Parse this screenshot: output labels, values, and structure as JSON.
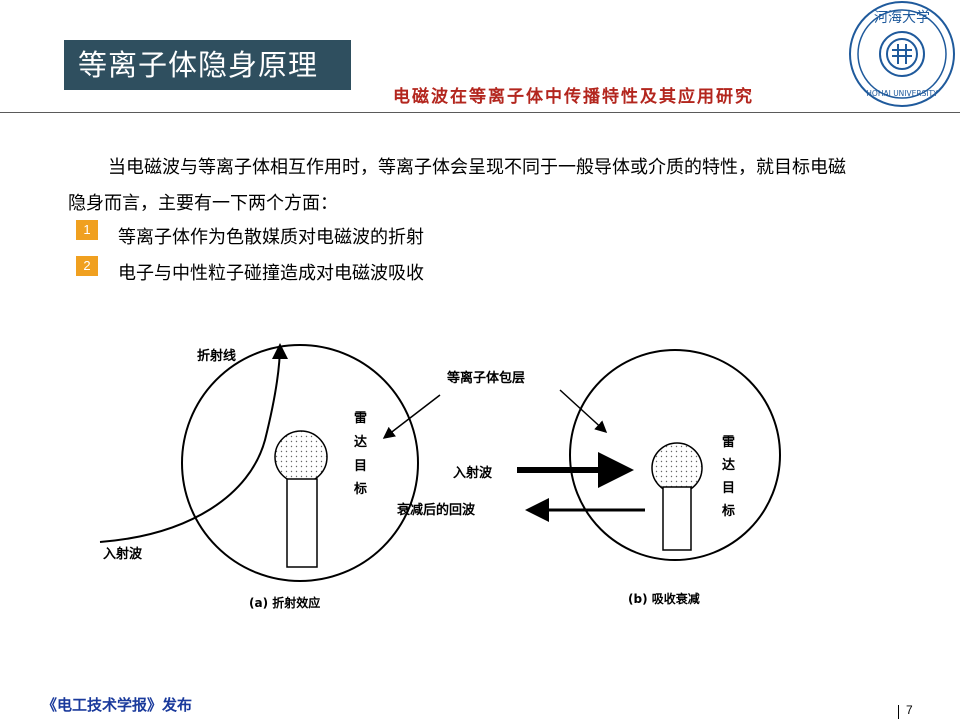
{
  "slide": {
    "title": "等离子体隐身原理",
    "subtitle": "电磁波在等离子体中传播特性及其应用研究",
    "paragraph": "当电磁波与等离子体相互作用时，等离子体会呈现不同于一般导体或介质的特性，就目标电磁隐身而言，主要有一下两个方面：",
    "items": [
      {
        "badge": "1",
        "text": "等离子体作为色散媒质对电磁波的折射"
      },
      {
        "badge": "2",
        "text": "电子与中性粒子碰撞造成对电磁波吸收"
      }
    ]
  },
  "figure": {
    "label_refracted": "折射线",
    "label_incident_a": "入射波",
    "label_target_a": [
      "雷",
      "达",
      "目",
      "标"
    ],
    "caption_a": "(a) 折射效应",
    "label_plasma_layer": "等离子体包层",
    "label_incident_b": "入射波",
    "label_attenuated": "衰减后的回波",
    "label_target_b": [
      "雷",
      "达",
      "目",
      "标"
    ],
    "caption_b": "(b) 吸收衰减"
  },
  "logo": {
    "text_top": "河海大学",
    "text_bottom": "HOHAI UNIVERSITY",
    "color": "#1f5a9c"
  },
  "footer": {
    "publisher": "《电工技术学报》发布",
    "page_number": "7"
  },
  "colors": {
    "title_bg": "#2f4f5f",
    "subtitle": "#b3261e",
    "badge": "#f0a020",
    "footer": "#1a3a9c"
  }
}
